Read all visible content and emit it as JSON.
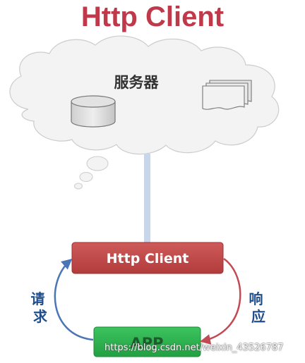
{
  "title": "Http Client",
  "cloud": {
    "label": "服务器"
  },
  "client_box": {
    "label": "Http Client",
    "color": "#c24a4a"
  },
  "app_box": {
    "label": "APP",
    "color": "#2db24f"
  },
  "arrows": {
    "request_label": "请求",
    "response_label": "响应",
    "request_color": "#4a76b8",
    "response_color": "#c24a55"
  },
  "watermark": "https://blog.csdn.net/weixin_43526787"
}
